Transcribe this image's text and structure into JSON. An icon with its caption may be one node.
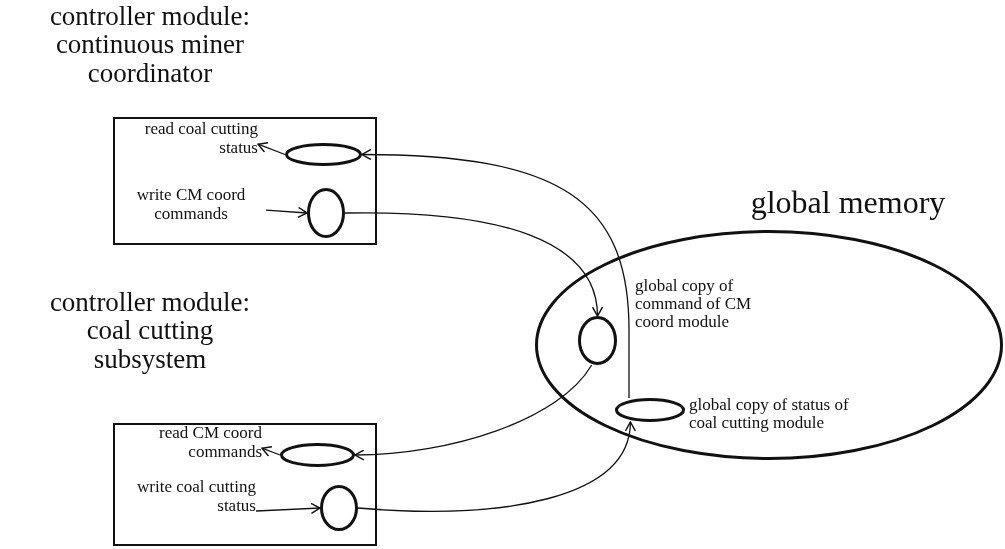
{
  "diagram": {
    "nodes": [
      {
        "text": [
          "controller module: continuous miner coordinator"
        ]
      },
      {
        "text": [
          "read coal cutting status"
        ],
        "in": 0
      },
      {
        "text": [],
        "shape": "ellipse",
        "in": 0
      },
      {
        "text": [
          "write CM coord commands"
        ],
        "in": 0
      },
      {
        "text": [],
        "shape": "ellipse",
        "in": 0
      },
      {
        "text": [
          "controller module: coal cutting subsystem"
        ]
      },
      {
        "text": [
          "read CM coord commands"
        ],
        "in": 5
      },
      {
        "text": [],
        "shape": "ellipse",
        "in": 5
      },
      {
        "text": [
          "write coal cutting status"
        ],
        "in": 5
      },
      {
        "text": [],
        "shape": "ellipse",
        "in": 5
      },
      {
        "text": [
          "global memory"
        ]
      },
      {
        "text": [],
        "shape": "ellipse",
        "in": 10,
        "beside": [
          "global copy of command of CM coord module"
        ]
      },
      {
        "text": [],
        "shape": "ellipse",
        "in": 10,
        "beside": [
          "global copy of status of coal cutting module"
        ]
      }
    ],
    "edges": [
      {
        "from": 2,
        "to": 1,
        "arrow": "to"
      },
      {
        "from": 3,
        "to": 4,
        "arrow": "to"
      },
      {
        "from": 12,
        "to": 2,
        "arrow": "to"
      },
      {
        "from": 4,
        "to": 11,
        "arrow": "to"
      },
      {
        "from": 11,
        "to": 7,
        "arrow": "to"
      },
      {
        "from": 7,
        "to": 6,
        "arrow": "to"
      },
      {
        "from": 8,
        "to": 9,
        "arrow": "to"
      },
      {
        "from": 9,
        "to": 12,
        "arrow": "to"
      }
    ]
  }
}
